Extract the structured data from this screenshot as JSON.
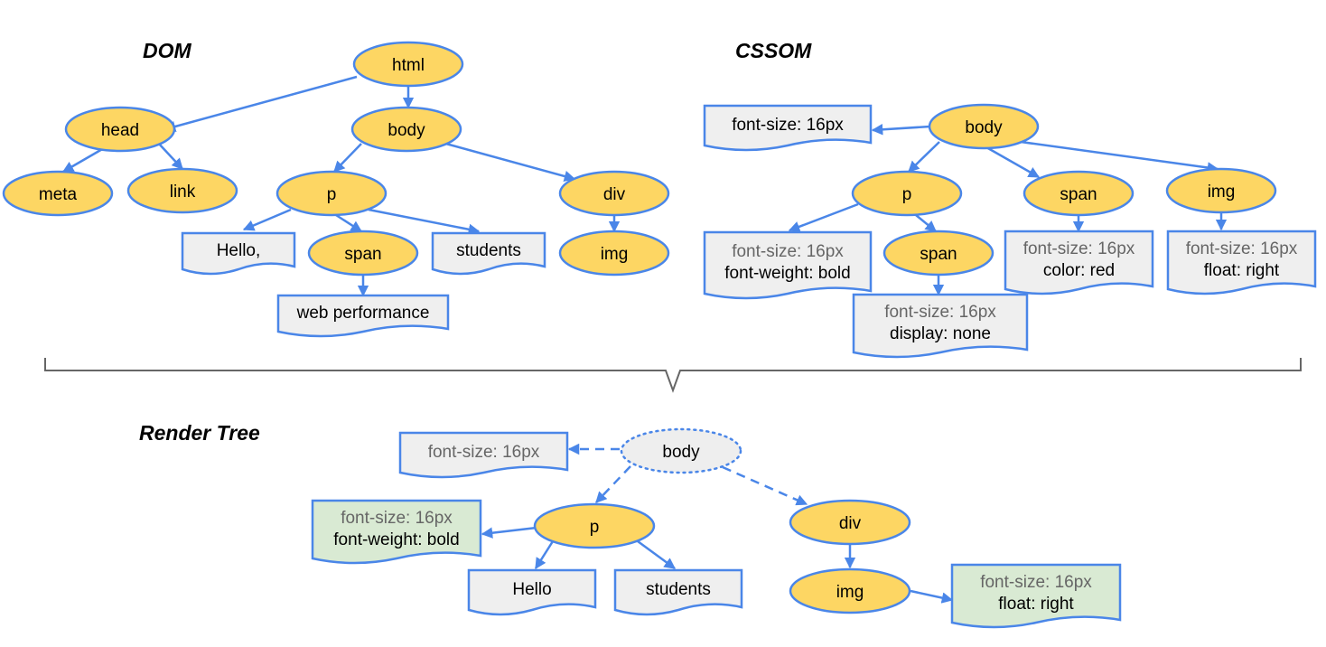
{
  "colors": {
    "node_fill": "#fdd663",
    "edge": "#4a86e8",
    "doc_fill": "#efefef",
    "doc_fill_render": "#d9ead3",
    "inherited_text": "#666666",
    "own_text": "#000000",
    "dotted_node_fill": "#eeeeee"
  },
  "sections": {
    "dom": "DOM",
    "cssom": "CSSOM",
    "render": "Render Tree"
  },
  "dom": {
    "nodes": [
      {
        "id": "html",
        "label": "html"
      },
      {
        "id": "head",
        "label": "head"
      },
      {
        "id": "body",
        "label": "body"
      },
      {
        "id": "meta",
        "label": "meta"
      },
      {
        "id": "link",
        "label": "link"
      },
      {
        "id": "p",
        "label": "p"
      },
      {
        "id": "div",
        "label": "div"
      },
      {
        "id": "span",
        "label": "span"
      },
      {
        "id": "img",
        "label": "img"
      }
    ],
    "texts": [
      {
        "id": "hello",
        "label": "Hello,"
      },
      {
        "id": "students",
        "label": "students"
      },
      {
        "id": "webperf",
        "label": "web performance"
      }
    ],
    "edges": [
      [
        "html",
        "head"
      ],
      [
        "html",
        "body"
      ],
      [
        "head",
        "meta"
      ],
      [
        "head",
        "link"
      ],
      [
        "body",
        "p"
      ],
      [
        "body",
        "div"
      ],
      [
        "p",
        "hello"
      ],
      [
        "p",
        "span"
      ],
      [
        "p",
        "students"
      ],
      [
        "span",
        "webperf"
      ],
      [
        "div",
        "img"
      ]
    ]
  },
  "cssom": {
    "nodes": [
      {
        "id": "body",
        "label": "body"
      },
      {
        "id": "p",
        "label": "p"
      },
      {
        "id": "span1",
        "label": "span"
      },
      {
        "id": "img",
        "label": "img"
      },
      {
        "id": "span2",
        "label": "span"
      }
    ],
    "styles": [
      {
        "id": "s_body",
        "lines": [
          {
            "text": "font-size: 16px",
            "inherited": false
          }
        ]
      },
      {
        "id": "s_p",
        "lines": [
          {
            "text": "font-size: 16px",
            "inherited": true
          },
          {
            "text": "font-weight: bold",
            "inherited": false
          }
        ]
      },
      {
        "id": "s_span1",
        "lines": [
          {
            "text": "font-size: 16px",
            "inherited": true
          },
          {
            "text": "color: red",
            "inherited": false
          }
        ]
      },
      {
        "id": "s_img",
        "lines": [
          {
            "text": "font-size: 16px",
            "inherited": true
          },
          {
            "text": "float: right",
            "inherited": false
          }
        ]
      },
      {
        "id": "s_span2",
        "lines": [
          {
            "text": "font-size: 16px",
            "inherited": true
          },
          {
            "text": "display: none",
            "inherited": false
          }
        ]
      }
    ],
    "edges": [
      [
        "body",
        "s_body"
      ],
      [
        "body",
        "p"
      ],
      [
        "body",
        "span1"
      ],
      [
        "body",
        "img"
      ],
      [
        "p",
        "s_p"
      ],
      [
        "p",
        "span2"
      ],
      [
        "span1",
        "s_span1"
      ],
      [
        "img",
        "s_img"
      ],
      [
        "span2",
        "s_span2"
      ]
    ]
  },
  "render": {
    "nodes": [
      {
        "id": "body",
        "label": "body"
      },
      {
        "id": "p",
        "label": "p"
      },
      {
        "id": "div",
        "label": "div"
      },
      {
        "id": "img",
        "label": "img"
      }
    ],
    "texts": [
      {
        "id": "hello",
        "label": "Hello"
      },
      {
        "id": "students",
        "label": "students"
      }
    ],
    "styles": [
      {
        "id": "s_body",
        "lines": [
          {
            "text": "font-size: 16px",
            "inherited": true
          }
        ]
      },
      {
        "id": "s_p",
        "lines": [
          {
            "text": "font-size: 16px",
            "inherited": true
          },
          {
            "text": "font-weight: bold",
            "inherited": false
          }
        ]
      },
      {
        "id": "s_img",
        "lines": [
          {
            "text": "font-size: 16px",
            "inherited": true
          },
          {
            "text": "float: right",
            "inherited": false
          }
        ]
      }
    ],
    "edges": [
      [
        "body",
        "s_body"
      ],
      [
        "body",
        "p"
      ],
      [
        "body",
        "div"
      ],
      [
        "p",
        "s_p"
      ],
      [
        "p",
        "hello"
      ],
      [
        "p",
        "students"
      ],
      [
        "div",
        "img"
      ],
      [
        "img",
        "s_img"
      ]
    ]
  }
}
